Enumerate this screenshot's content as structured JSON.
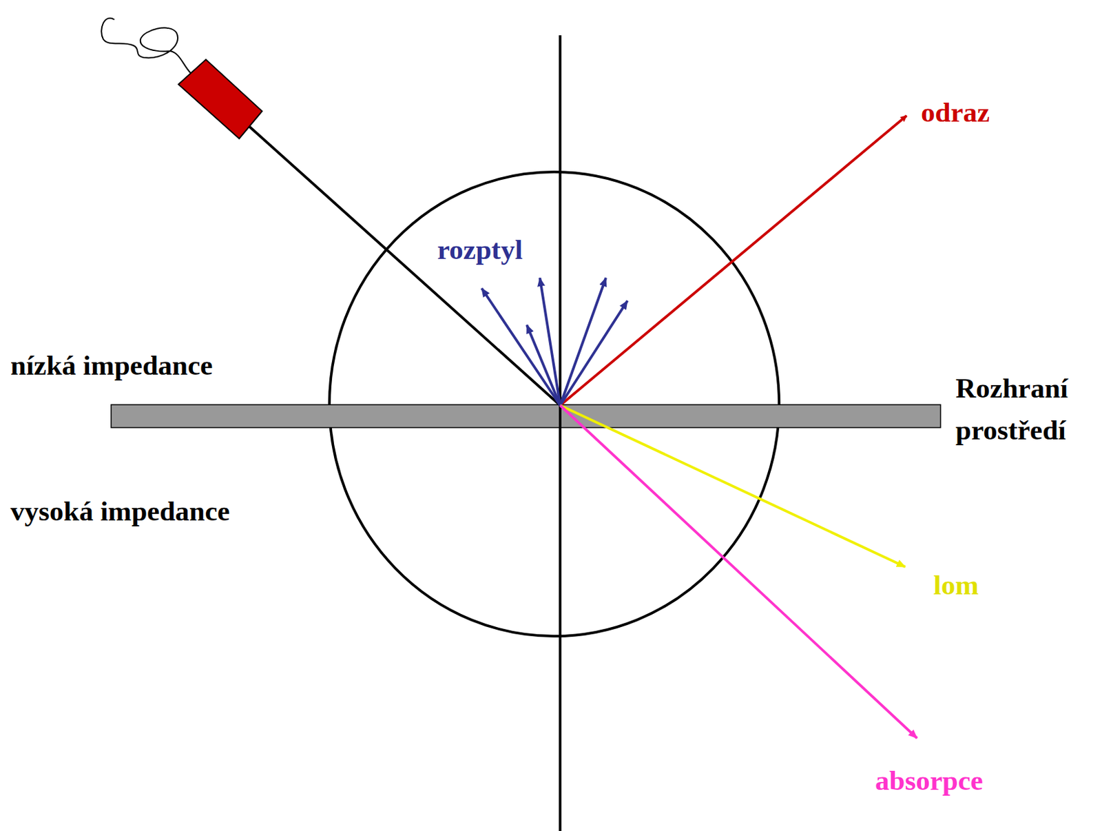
{
  "diagram": {
    "labels": [
      "nízká impedance",
      "rozptyl",
      "odraz",
      "Rozhraní prostředí",
      "vysoká impedance",
      "lom",
      "absorpce"
    ]
  }
}
